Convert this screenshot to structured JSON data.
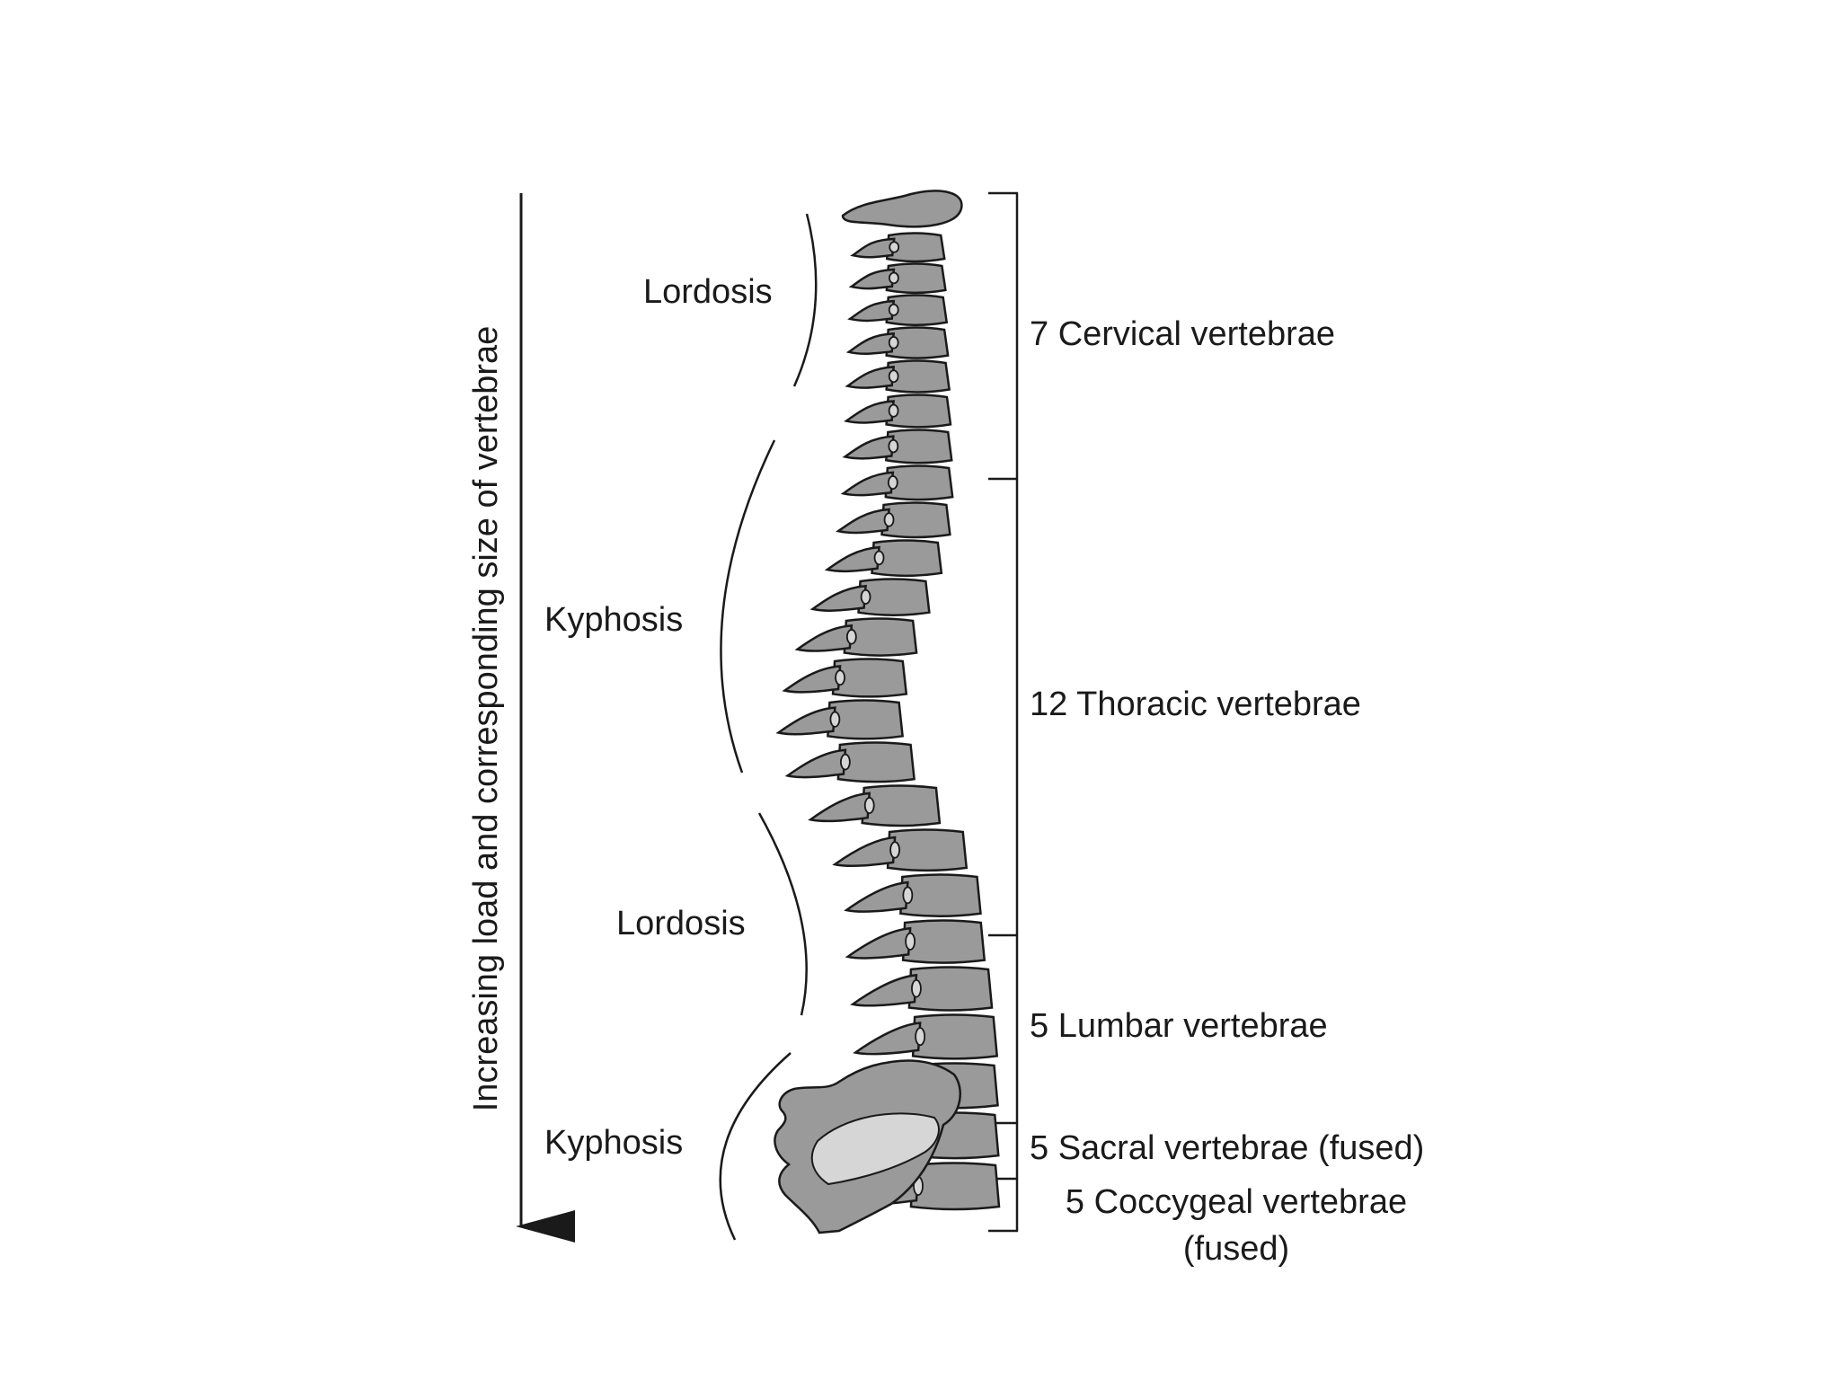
{
  "axis": {
    "label": "Increasing load and corresponding size of vertebrae"
  },
  "curvatures": [
    {
      "label": "Lordosis"
    },
    {
      "label": "Kyphosis"
    },
    {
      "label": "Lordosis"
    },
    {
      "label": "Kyphosis"
    }
  ],
  "regions": [
    {
      "label": "7 Cervical vertebrae"
    },
    {
      "label": "12 Thoracic vertebrae"
    },
    {
      "label": "5 Lumbar vertebrae"
    },
    {
      "label": "5 Sacral vertebrae (fused)"
    },
    {
      "label": "5 Coccygeal vertebrae",
      "note": "(fused)"
    }
  ],
  "colors": {
    "bone": "#9a9a9a",
    "bone_light": "#d6d6d6",
    "line": "#1a1a1a",
    "background": "#ffffff"
  }
}
